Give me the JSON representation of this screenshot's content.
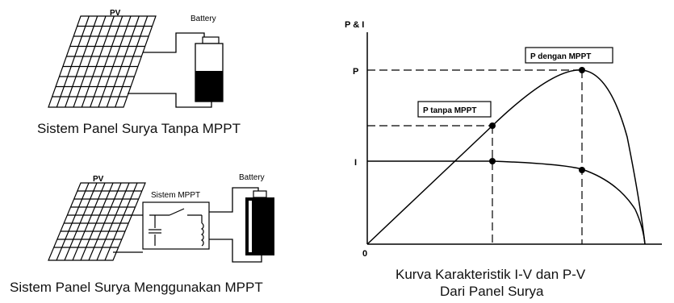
{
  "top_diagram": {
    "pv_label": "PV",
    "battery_label": "Battery",
    "caption": "Sistem Panel Surya Tanpa MPPT"
  },
  "bottom_diagram": {
    "pv_label": "PV",
    "controller_label": "Sistem MPPT",
    "battery_label": "Battery",
    "caption": "Sistem Panel Surya Menggunakan MPPT"
  },
  "curve": {
    "y_axis_label": "P & I",
    "p_tick": "P",
    "i_tick": "I",
    "origin_label": "0",
    "annotation_without_mppt": "P tanpa MPPT",
    "annotation_with_mppt": "P dengan MPPT",
    "caption_line1": "Kurva Karakteristik I-V dan P-V",
    "caption_line2": "Dari Panel Surya"
  }
}
